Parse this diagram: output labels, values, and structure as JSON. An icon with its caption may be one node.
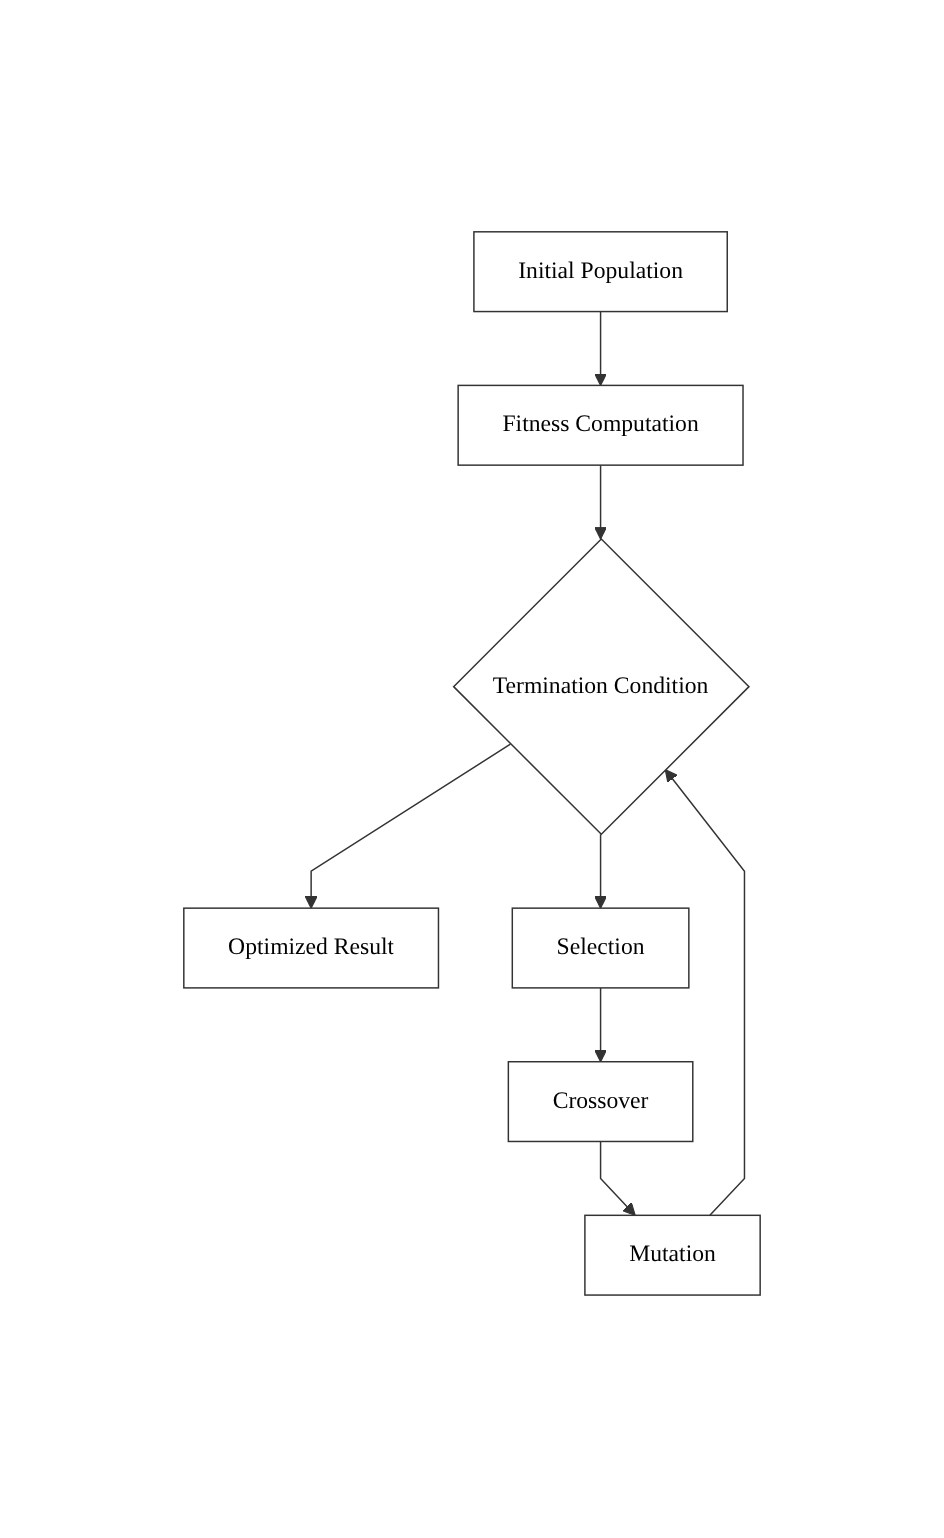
{
  "diagram": {
    "nodes": [
      {
        "text": [
          "Initial Population"
        ]
      },
      {
        "text": [
          "Fitness Computation"
        ]
      },
      {
        "text": [
          "Termination Condition"
        ]
      },
      {
        "text": [
          "Optimized Result"
        ]
      },
      {
        "text": [
          "Selection"
        ]
      },
      {
        "text": [
          "Crossover"
        ]
      },
      {
        "text": [
          "Mutation"
        ]
      }
    ],
    "edges": [
      {
        "from": 0,
        "to": 1,
        "arrow": "to"
      },
      {
        "from": 1,
        "to": 2,
        "arrow": "to"
      },
      {
        "from": 2,
        "to": 3,
        "arrow": "to"
      },
      {
        "from": 2,
        "to": 4,
        "arrow": "to"
      },
      {
        "from": 4,
        "to": 5,
        "arrow": "to"
      },
      {
        "from": 5,
        "to": 6,
        "arrow": "to"
      },
      {
        "from": 6,
        "to": 2,
        "arrow": "to"
      }
    ]
  }
}
